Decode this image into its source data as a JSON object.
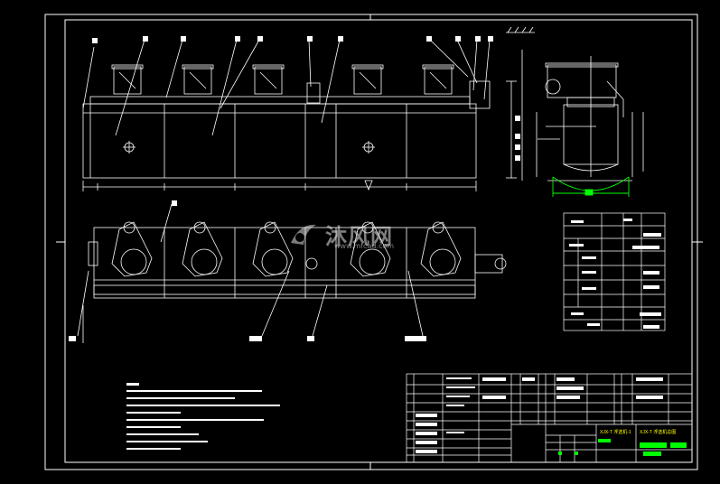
{
  "watermark": {
    "brand": "沐风网",
    "url": "www.mfcad.com"
  },
  "title_block": {
    "code": "XJX-T 浮选机-1",
    "name": "XJX-T 浮选机总图"
  },
  "colors": {
    "background": "#000000",
    "line": "#ffffff",
    "highlight_green": "#00ff00",
    "accent_yellow": "#ffff00"
  }
}
